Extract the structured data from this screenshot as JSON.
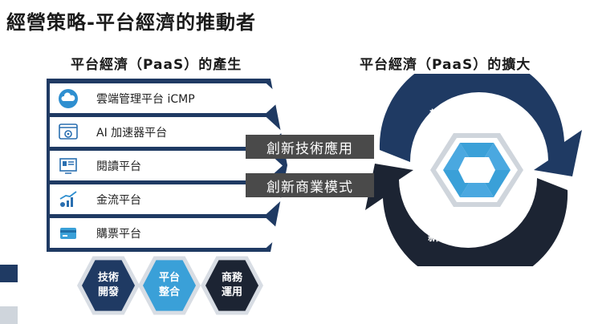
{
  "title": "經營策略-平台經濟的推動者",
  "left_heading": "平台經濟（PaaS）的產生",
  "right_heading": "平台經濟（PaaS）的擴大",
  "platforms": [
    {
      "label": "雲端管理平台 iCMP",
      "icon": "cloud-icon"
    },
    {
      "label": "AI 加速器平台",
      "icon": "gear-icon"
    },
    {
      "label": "閱讀平台",
      "icon": "reader-icon"
    },
    {
      "label": "金流平台",
      "icon": "finance-chart-icon"
    },
    {
      "label": "購票平台",
      "icon": "card-icon"
    }
  ],
  "overlays": {
    "innovation_tech": "創新技術應用",
    "innovation_business": "創新商業模式"
  },
  "hexagons": [
    {
      "line1": "技術",
      "line2": "開發",
      "color": "#1f3a63"
    },
    {
      "line1": "平台",
      "line2": "整合",
      "color": "#3aa0d8"
    },
    {
      "line1": "商務",
      "line2": "運用",
      "color": "#1c2433"
    }
  ],
  "cycle": {
    "top_label": "新平台服務",
    "bottom_label": "新場域/市場"
  },
  "colors": {
    "navy": "#1f3a63",
    "dark": "#1c2433",
    "accent": "#3aa0d8",
    "light_blue": "#4aa8e0"
  }
}
